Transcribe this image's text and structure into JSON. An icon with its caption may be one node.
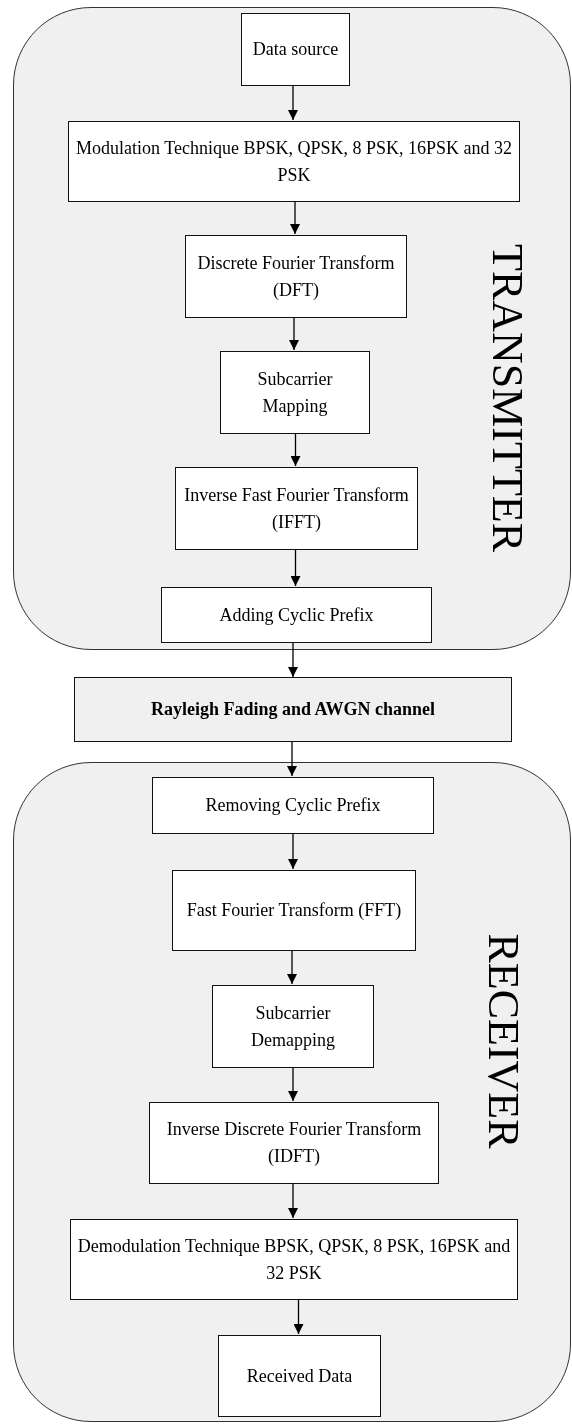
{
  "diagram": {
    "nodes": [
      {
        "text": [
          "TRANSMITTER"
        ]
      },
      {
        "text": [
          "Data source"
        ],
        "in": 0
      },
      {
        "text": [
          "Modulation Technique BPSK, QPSK, 8 PSK, 16PSK and 32 PSK"
        ],
        "in": 0
      },
      {
        "text": [
          "Discrete Fourier Transform (DFT)"
        ],
        "in": 0
      },
      {
        "text": [
          "Subcarrier Mapping"
        ],
        "in": 0
      },
      {
        "text": [
          "Inverse Fast Fourier Transform (IFFT)"
        ],
        "in": 0
      },
      {
        "text": [
          "Adding Cyclic Prefix"
        ],
        "in": 0
      },
      {
        "text": [
          "Rayleigh Fading and AWGN channel"
        ]
      },
      {
        "text": [
          "RECEIVER"
        ]
      },
      {
        "text": [
          "Removing Cyclic Prefix"
        ],
        "in": 8
      },
      {
        "text": [
          "Fast Fourier Transform (FFT)"
        ],
        "in": 8
      },
      {
        "text": [
          "Subcarrier Demapping"
        ],
        "in": 8
      },
      {
        "text": [
          "Inverse Discrete Fourier Transform (IDFT)"
        ],
        "in": 8
      },
      {
        "text": [
          "Demodulation Technique BPSK, QPSK, 8 PSK, 16PSK and 32 PSK"
        ],
        "in": 8
      },
      {
        "text": [
          "Received Data"
        ],
        "in": 8
      }
    ],
    "edges": [
      {
        "from": 1,
        "to": 2,
        "arrow": "to"
      },
      {
        "from": 2,
        "to": 3,
        "arrow": "to"
      },
      {
        "from": 3,
        "to": 4,
        "arrow": "to"
      },
      {
        "from": 4,
        "to": 5,
        "arrow": "to"
      },
      {
        "from": 5,
        "to": 6,
        "arrow": "to"
      },
      {
        "from": 6,
        "to": 7,
        "arrow": "to"
      },
      {
        "from": 7,
        "to": 9,
        "arrow": "to"
      },
      {
        "from": 9,
        "to": 10,
        "arrow": "to"
      },
      {
        "from": 10,
        "to": 11,
        "arrow": "to"
      },
      {
        "from": 11,
        "to": 12,
        "arrow": "to"
      },
      {
        "from": 12,
        "to": 13,
        "arrow": "to"
      },
      {
        "from": 13,
        "to": 14,
        "arrow": "to"
      }
    ]
  }
}
